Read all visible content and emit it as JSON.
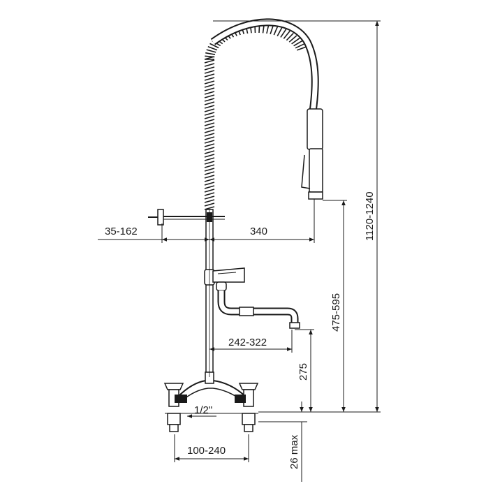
{
  "diagram": {
    "dimensions": {
      "lever_offset": "35-162",
      "spray_reach": "340",
      "spout_reach": "242-322",
      "spout_height": "275",
      "spray_height": "475-595",
      "total_height": "1120-1240",
      "thread": "1/2\"",
      "centers": "100-240",
      "deck_thickness": "26 max"
    }
  }
}
